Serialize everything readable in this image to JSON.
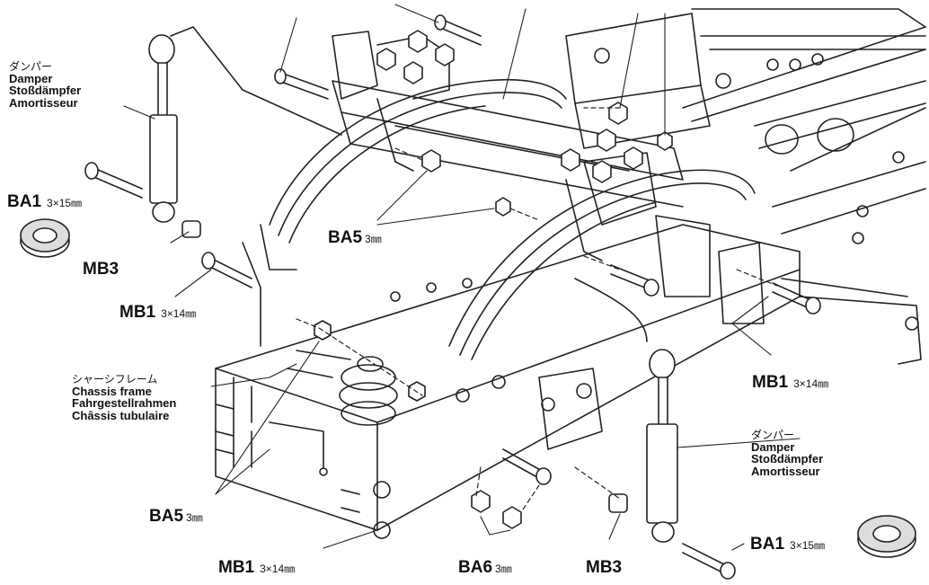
{
  "labels": {
    "damper_left": {
      "jp": "ダンパー",
      "en": "Damper",
      "de": "Stoßdämpfer",
      "fr": "Amortisseur"
    },
    "damper_right": {
      "jp": "ダンパー",
      "en": "Damper",
      "de": "Stoßdämpfer",
      "fr": "Amortisseur"
    },
    "chassis_frame": {
      "jp": "シャーシフレーム",
      "en": "Chassis frame",
      "de": "Fahrgestellrahmen",
      "fr": "Châssis tubulaire"
    },
    "ba1_left": {
      "code": "BA1",
      "size": "3×15㎜"
    },
    "ba1_right": {
      "code": "BA1",
      "size": "3×15㎜"
    },
    "ba5_upper": {
      "code": "BA5",
      "size": "3㎜"
    },
    "ba5_lower": {
      "code": "BA5",
      "size": "3㎜"
    },
    "ba6": {
      "code": "BA6",
      "size": "3㎜"
    },
    "mb3_left": {
      "code": "MB3"
    },
    "mb3_right": {
      "code": "MB3"
    },
    "mb1_left": {
      "code": "MB1",
      "size": "3×14㎜"
    },
    "mb1_right": {
      "code": "MB1",
      "size": "3×14㎜"
    },
    "mb1_bottom": {
      "code": "MB1",
      "size": "3×14㎜"
    }
  }
}
